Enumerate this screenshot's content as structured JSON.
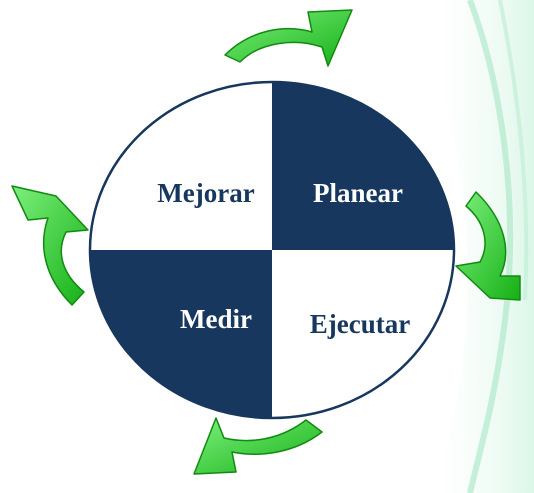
{
  "cycle": {
    "quadrants": [
      {
        "id": "mejorar",
        "label": "Mejorar",
        "fill": "#ffffff",
        "text_color": "#17375e"
      },
      {
        "id": "planear",
        "label": "Planear",
        "fill": "#17375e",
        "text_color": "#ffffff"
      },
      {
        "id": "medir",
        "label": "Medir",
        "fill": "#17375e",
        "text_color": "#ffffff"
      },
      {
        "id": "ejecutar",
        "label": "Ejecutar",
        "fill": "#ffffff",
        "text_color": "#17375e"
      }
    ],
    "arrow_color": "#33cc33",
    "outline_color": "#17375e"
  },
  "background": {
    "decoration_color": "#ccf2de"
  }
}
